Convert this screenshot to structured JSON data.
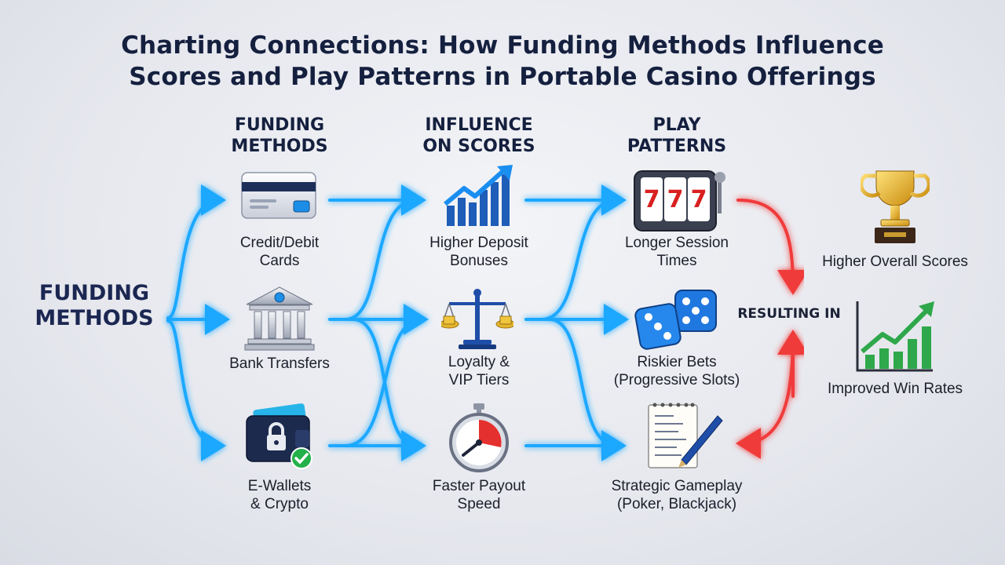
{
  "title": {
    "line1": "Charting Connections: How Funding Methods Influence",
    "line2": "Scores and Play Patterns in Portable Casino Offerings"
  },
  "left_label": {
    "line1": "FUNDING",
    "line2": "METHODS"
  },
  "columns": {
    "funding": {
      "line1": "FUNDING",
      "line2": "METHODS"
    },
    "influence": {
      "line1": "INFLUENCE",
      "line2": "ON SCORES"
    },
    "play": {
      "line1": "PLAY",
      "line2": "PATTERNS"
    }
  },
  "funding_methods": [
    {
      "line1": "Credit/Debit",
      "line2": "Cards",
      "icon": "credit-card-icon"
    },
    {
      "line1": "Bank Transfers",
      "line2": "",
      "icon": "bank-icon"
    },
    {
      "line1": "E-Wallets",
      "line2": "& Crypto",
      "icon": "wallet-lock-icon"
    }
  ],
  "influences": [
    {
      "line1": "Higher Deposit",
      "line2": "Bonuses",
      "icon": "growth-chart-icon"
    },
    {
      "line1": "Loyalty &",
      "line2": "VIP Tiers",
      "icon": "scales-icon"
    },
    {
      "line1": "Faster Payout",
      "line2": "Speed",
      "icon": "stopwatch-icon"
    }
  ],
  "play_patterns": [
    {
      "line1": "Longer Session",
      "line2": "Times",
      "icon": "slot-machine-icon"
    },
    {
      "line1": "Riskier Bets",
      "line2": "(Progressive Slots)",
      "icon": "dice-icon"
    },
    {
      "line1": "Strategic Gameplay",
      "line2": "(Poker, Blackjack)",
      "icon": "notepad-pen-icon"
    }
  ],
  "resulting_in": "RESULTING IN",
  "outcomes": [
    {
      "label": "Higher Overall Scores",
      "icon": "trophy-icon"
    },
    {
      "label": "Improved Win Rates",
      "icon": "rising-bars-icon"
    }
  ],
  "colors": {
    "flow_blue": "#19a7ff",
    "flow_red": "#f03a3a",
    "title": "#15203f",
    "background": "#e6e8ee"
  }
}
